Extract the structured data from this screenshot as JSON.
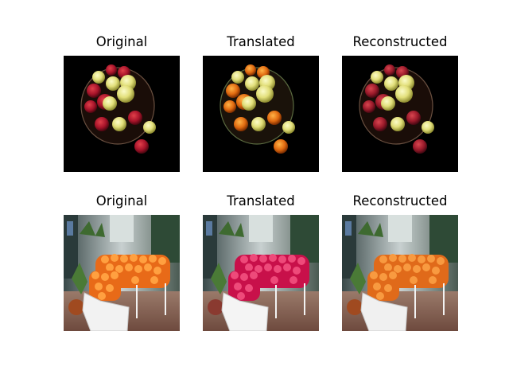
{
  "figure": {
    "rows": [
      {
        "panels": [
          {
            "title": "Original",
            "image": "fruit-bowl-apples-image"
          },
          {
            "title": "Translated",
            "image": "fruit-bowl-oranges-image"
          },
          {
            "title": "Reconstructed",
            "image": "fruit-bowl-apples-reconstructed-image"
          }
        ]
      },
      {
        "panels": [
          {
            "title": "Original",
            "image": "orange-stall-image"
          },
          {
            "title": "Translated",
            "image": "apple-stall-image"
          },
          {
            "title": "Reconstructed",
            "image": "orange-stall-reconstructed-image"
          }
        ]
      }
    ]
  }
}
